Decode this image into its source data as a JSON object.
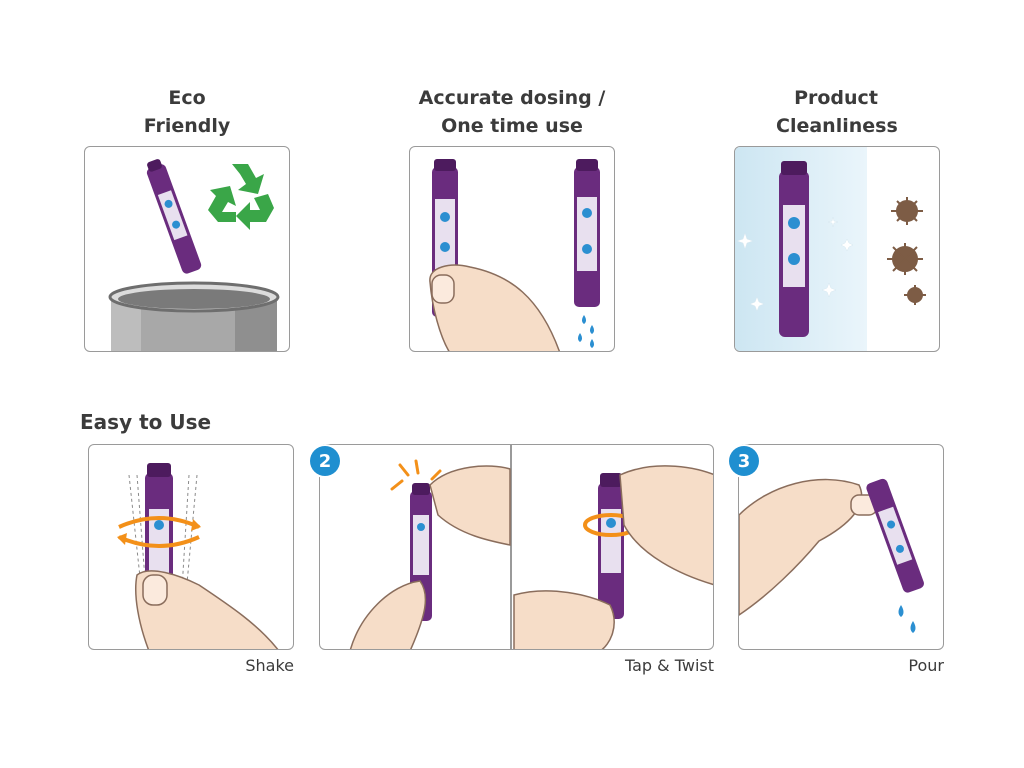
{
  "benefits": [
    {
      "title_lines": [
        "Eco",
        "Friendly"
      ]
    },
    {
      "title_lines": [
        "Accurate dosing /",
        "One time use"
      ]
    },
    {
      "title_lines": [
        "Product",
        "Cleanliness"
      ]
    }
  ],
  "section": {
    "title": "Easy to Use"
  },
  "steps": [
    {
      "badge": "",
      "caption": "Shake"
    },
    {
      "badge": "2",
      "caption": "Tap & Twist"
    },
    {
      "badge": "3",
      "caption": "Pour"
    }
  ],
  "colors": {
    "vial": "#6a2c7e",
    "vial_dark": "#4d1b5e",
    "recycle": "#3aa648",
    "drop": "#2b8fd1",
    "arrow": "#f39019",
    "skin": "#f6ddc8",
    "skin_line": "#8a6d5c",
    "germ": "#7d5c45",
    "bin": "#a6a6a6"
  },
  "icons": [
    "recycle-icon",
    "germ-icon",
    "drop-icon",
    "sparkle-icon",
    "rotate-arrow-icon"
  ]
}
